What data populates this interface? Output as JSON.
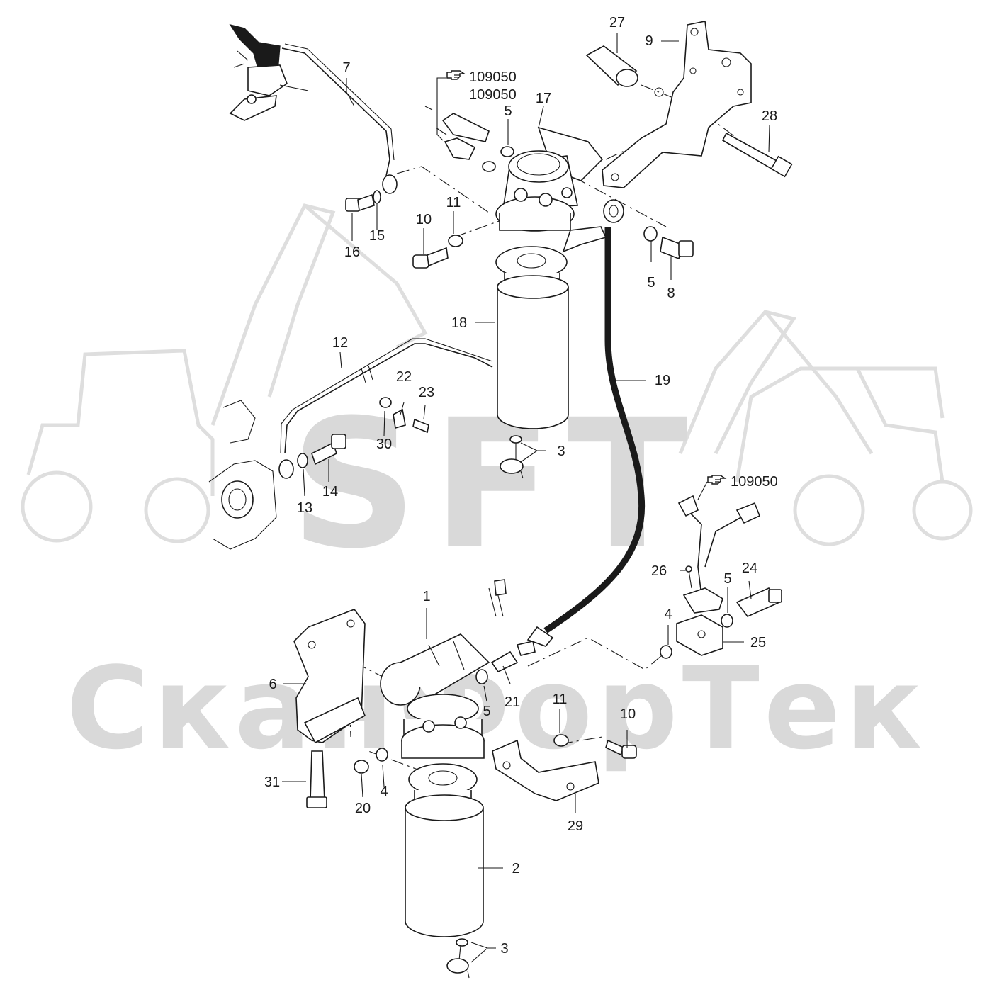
{
  "watermark": {
    "logo_text": "SFT",
    "brand_text": "СканФорТек"
  },
  "reference_marker": {
    "icon": "pointing-hand-icon",
    "codes": [
      "109050",
      "109050",
      "109050"
    ]
  },
  "callouts": [
    {
      "id": "c1",
      "label": "1"
    },
    {
      "id": "c2",
      "label": "2"
    },
    {
      "id": "c3a",
      "label": "3"
    },
    {
      "id": "c3b",
      "label": "3"
    },
    {
      "id": "c4a",
      "label": "4"
    },
    {
      "id": "c4b",
      "label": "4"
    },
    {
      "id": "c5a",
      "label": "5"
    },
    {
      "id": "c5b",
      "label": "5"
    },
    {
      "id": "c5c",
      "label": "5"
    },
    {
      "id": "c5d",
      "label": "5"
    },
    {
      "id": "c6",
      "label": "6"
    },
    {
      "id": "c7",
      "label": "7"
    },
    {
      "id": "c8",
      "label": "8"
    },
    {
      "id": "c9",
      "label": "9"
    },
    {
      "id": "c10a",
      "label": "10"
    },
    {
      "id": "c10b",
      "label": "10"
    },
    {
      "id": "c11a",
      "label": "11"
    },
    {
      "id": "c11b",
      "label": "11"
    },
    {
      "id": "c12",
      "label": "12"
    },
    {
      "id": "c13",
      "label": "13"
    },
    {
      "id": "c14",
      "label": "14"
    },
    {
      "id": "c15",
      "label": "15"
    },
    {
      "id": "c16",
      "label": "16"
    },
    {
      "id": "c17",
      "label": "17"
    },
    {
      "id": "c18",
      "label": "18"
    },
    {
      "id": "c19",
      "label": "19"
    },
    {
      "id": "c20",
      "label": "20"
    },
    {
      "id": "c21",
      "label": "21"
    },
    {
      "id": "c22",
      "label": "22"
    },
    {
      "id": "c23",
      "label": "23"
    },
    {
      "id": "c24",
      "label": "24"
    },
    {
      "id": "c25",
      "label": "25"
    },
    {
      "id": "c26",
      "label": "26"
    },
    {
      "id": "c27",
      "label": "27"
    },
    {
      "id": "c28",
      "label": "28"
    },
    {
      "id": "c29",
      "label": "29"
    },
    {
      "id": "c30",
      "label": "30"
    },
    {
      "id": "c31",
      "label": "31"
    }
  ]
}
